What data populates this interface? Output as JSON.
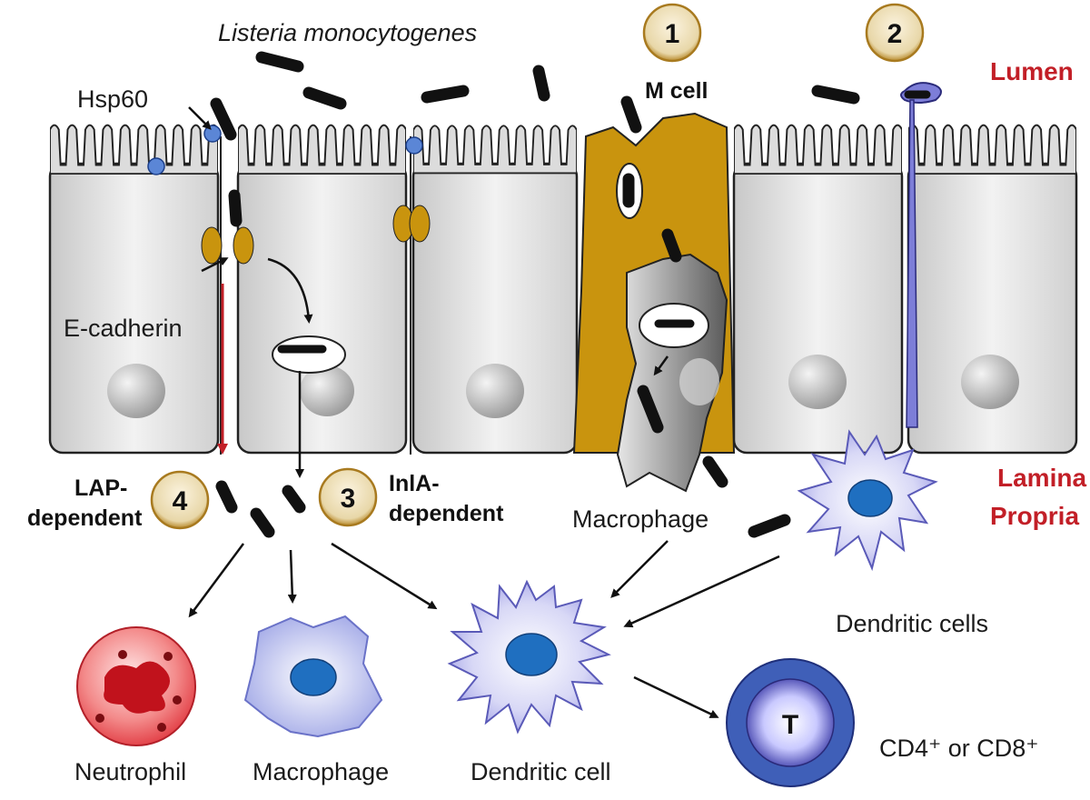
{
  "title": "Listeria monocytogenes",
  "regions": {
    "lumen": "Lumen",
    "lamina_line1": "Lamina",
    "lamina_line2": "Propria"
  },
  "labels": {
    "hsp60": "Hsp60",
    "ecadherin": "E-cadherin",
    "mcell": "M cell",
    "macrophage_top": "Macrophage",
    "dendritic_cells": "Dendritic cells",
    "neutrophil": "Neutrophil",
    "macrophage_bottom": "Macrophage",
    "dendritic_cell": "Dendritic cell",
    "tcell_letter": "T",
    "tcell_type": "CD4⁺ or CD8⁺"
  },
  "routes": [
    {
      "num": "1"
    },
    {
      "num": "2"
    },
    {
      "num": "3",
      "line1": "InlA-",
      "line2": "dependent"
    },
    {
      "num": "4",
      "line1": "LAP-",
      "line2": "dependent"
    }
  ],
  "colors": {
    "epithelium": "#dcdcdc",
    "mcell": "#c9940e",
    "bacteria": "#111111",
    "badge": "#c8a24a",
    "dendritic": "#9b9be6",
    "neutrophil": "#e2363e",
    "tcell": "#3f5fb8",
    "red_text": "#c21f27"
  }
}
